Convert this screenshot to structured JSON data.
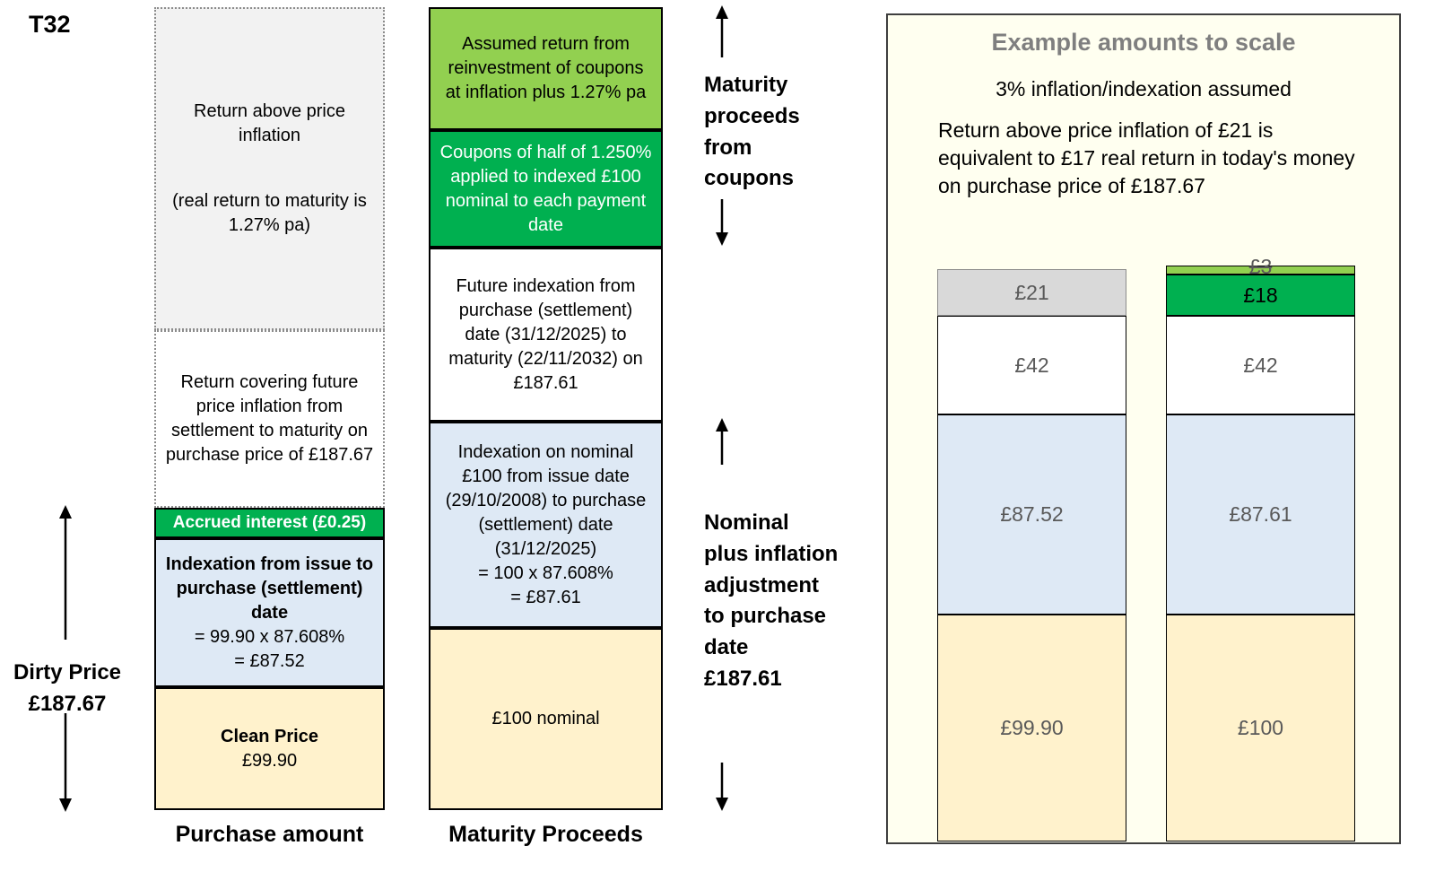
{
  "title": "T32",
  "colors": {
    "green": "#00B050",
    "light_green": "#92D050",
    "light_blue": "#DEE9F5",
    "cream": "#FFF2CC",
    "gray_box": "#F2F2F2",
    "gray_segment": "#D9D9D9",
    "panel_bg": "#FFFFF0"
  },
  "purchase_column": {
    "label": "Purchase amount",
    "return_above_line1": "Return above price inflation",
    "return_above_line2": "(real return to maturity is 1.27% pa)",
    "return_covering": "Return covering future price inflation from settlement to maturity on purchase price of £187.67",
    "accrued_interest": "Accrued interest (£0.25)",
    "indexation_title": "Indexation from issue to purchase (settlement) date",
    "indexation_calc": "= 99.90 x 87.608%\n= £87.52",
    "clean_price_label": "Clean Price",
    "clean_price_value": "£99.90"
  },
  "dirty_price_label": "Dirty Price\n£187.67",
  "maturity_column": {
    "label": "Maturity Proceeds",
    "reinvestment": "Assumed return from reinvestment of coupons at inflation plus 1.27% pa",
    "coupons": "Coupons of half of 1.250% applied to indexed £100 nominal to each payment date",
    "future_indexation": "Future indexation from purchase (settlement) date (31/12/2025) to maturity (22/11/2032) on £187.61",
    "past_indexation_text": "Indexation on nominal £100 from issue date (29/10/2008) to purchase (settlement) date (31/12/2025)",
    "past_indexation_calc": "= 100 x 87.608%\n= £87.61",
    "nominal": "£100 nominal"
  },
  "annotations": {
    "maturity_coupons": "Maturity\nproceeds\nfrom\ncoupons",
    "nominal_adjustment": "Nominal\nplus inflation\nadjustment\nto purchase\ndate\n£187.61"
  },
  "example_panel": {
    "title": "Example amounts to scale",
    "subtitle": "3% inflation/indexation assumed",
    "description": "Return above price inflation of £21 is equivalent to £17 real return in today's money on purchase price of £187.67",
    "left_bar": {
      "segments": [
        {
          "label": "£21",
          "value": 21
        },
        {
          "label": "£42",
          "value": 42
        },
        {
          "label": "£87.52",
          "value": 87.52
        },
        {
          "label": "£99.90",
          "value": 99.9
        }
      ]
    },
    "right_bar": {
      "reinvestment_label": "£3",
      "reinvestment_value": 3,
      "segments": [
        {
          "label": "£18",
          "value": 18
        },
        {
          "label": "£42",
          "value": 42
        },
        {
          "label": "£87.61",
          "value": 87.61
        },
        {
          "label": "£100",
          "value": 100
        }
      ]
    }
  }
}
